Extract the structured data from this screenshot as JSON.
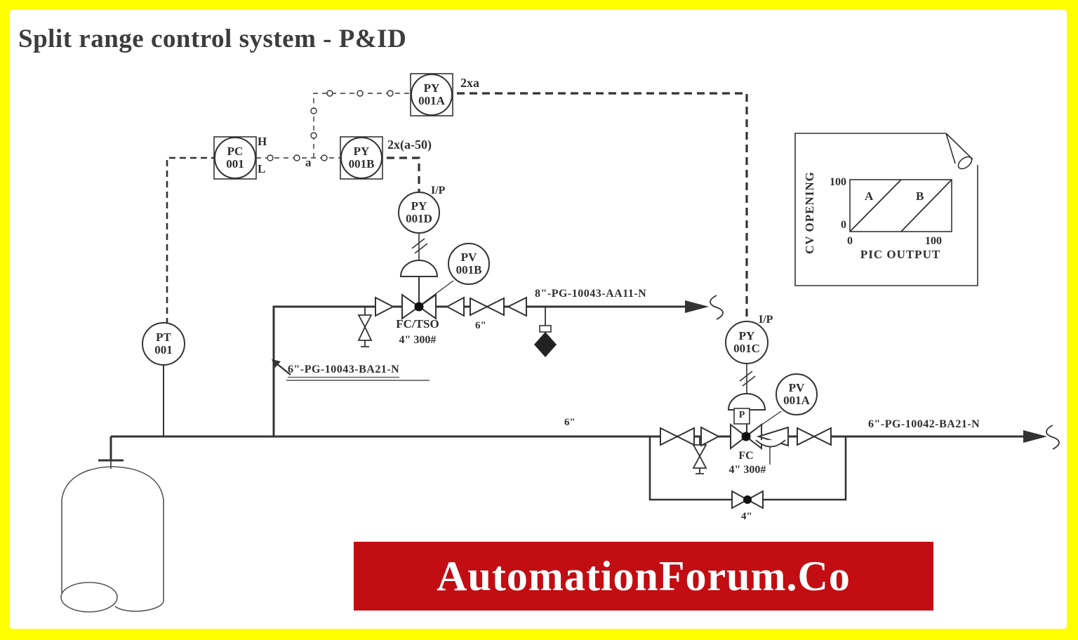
{
  "title": "Split range control system - P&ID",
  "banner": {
    "text": "AutomationForum.Co",
    "bg": "#c20d13"
  },
  "colors": {
    "frame": "#ffff00",
    "line": "#333333",
    "banner_red": "#c20d13",
    "title_gray": "#3d3d3d"
  },
  "instruments": [
    {
      "tag": "PY",
      "num": "001A",
      "type": "shared-display-square"
    },
    {
      "tag": "PC",
      "num": "001",
      "type": "shared-display-square"
    },
    {
      "tag": "PY",
      "num": "001B",
      "type": "shared-display-square"
    },
    {
      "tag": "PY",
      "num": "001D",
      "type": "field-circle"
    },
    {
      "tag": "PV",
      "num": "001B",
      "type": "field-circle"
    },
    {
      "tag": "PT",
      "num": "001",
      "type": "field-circle"
    },
    {
      "tag": "PY",
      "num": "001C",
      "type": "field-circle"
    },
    {
      "tag": "PV",
      "num": "001A",
      "type": "field-circle"
    }
  ],
  "labels": {
    "signal_2xa": "2xa",
    "signal_2xa50": "2x(a-50)",
    "ip_left": "I/P",
    "ip_right": "I/P",
    "high": "H",
    "low": "L",
    "split_point": "a",
    "valve_upper_service": "FC/TSO",
    "valve_upper_size": "4\" 300#",
    "upper_block_size": "6\"",
    "line_8in": "8\"-PG-10043-AA11-N",
    "line_6in_branch": "6\"-PG-10043-BA21-N",
    "main_size": "6\"",
    "valve_lower_service": "FC",
    "valve_lower_size": "4\" 300#",
    "bypass_size": "4\"",
    "line_6in_out": "6\"-PG-10042-BA21-N",
    "positioner": "P"
  },
  "graph": {
    "type": "line",
    "xlabel": "PIC OUTPUT",
    "ylabel": "CV OPENING",
    "x_ticks": [
      "0",
      "100"
    ],
    "y_ticks": [
      "0",
      "100"
    ],
    "xlim": [
      0,
      100
    ],
    "ylim": [
      0,
      100
    ],
    "series": [
      {
        "name": "A",
        "points": [
          [
            0,
            0
          ],
          [
            50,
            100
          ]
        ]
      },
      {
        "name": "B",
        "points": [
          [
            50,
            0
          ],
          [
            100,
            100
          ]
        ]
      }
    ]
  }
}
